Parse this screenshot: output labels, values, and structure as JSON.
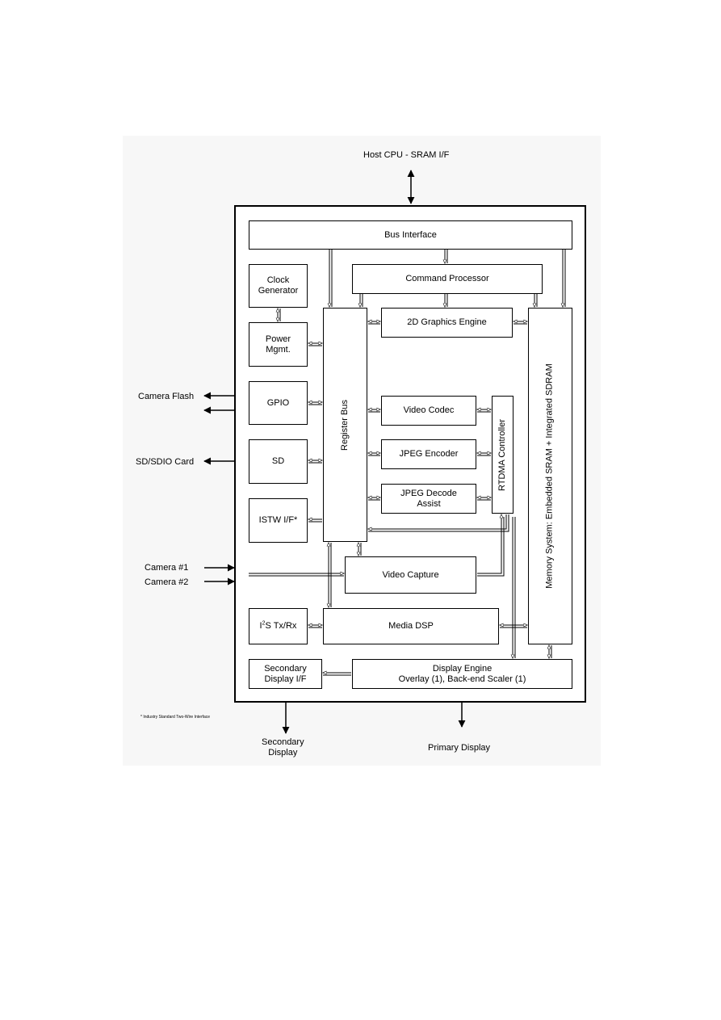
{
  "external": {
    "host": "Host CPU - SRAM I/F",
    "camera_flash": "Camera Flash",
    "sd_card": "SD/SDIO Card",
    "camera1": "Camera #1",
    "camera2": "Camera #2",
    "secondary_display": "Secondary\nDisplay",
    "primary_display": "Primary Display"
  },
  "blocks": {
    "bus_interface": "Bus Interface",
    "command_processor": "Command Processor",
    "clock_generator": "Clock\nGenerator",
    "power_mgmt": "Power\nMgmt.",
    "gpio": "GPIO",
    "sd": "SD",
    "istw": "ISTW I/F*",
    "register_bus": "Register Bus",
    "graphics_2d": "2D Graphics Engine",
    "video_codec": "Video Codec",
    "jpeg_encoder": "JPEG Encoder",
    "jpeg_decode": "JPEG Decode\nAssist",
    "rtdma": "RTDMA Controller",
    "memory": "Memory System:\nEmbedded SRAM + Integrated SDRAM",
    "video_capture": "Video Capture",
    "i2s_pre": "I",
    "i2s_sup": "2",
    "i2s_post": "S Tx/Rx",
    "media_dsp": "Media DSP",
    "secondary_display_if": "Secondary\nDisplay I/F",
    "display_engine": "Display Engine\nOverlay (1), Back-end Scaler (1)"
  },
  "footnote": "* Industry Standard Two-Wire Interface"
}
